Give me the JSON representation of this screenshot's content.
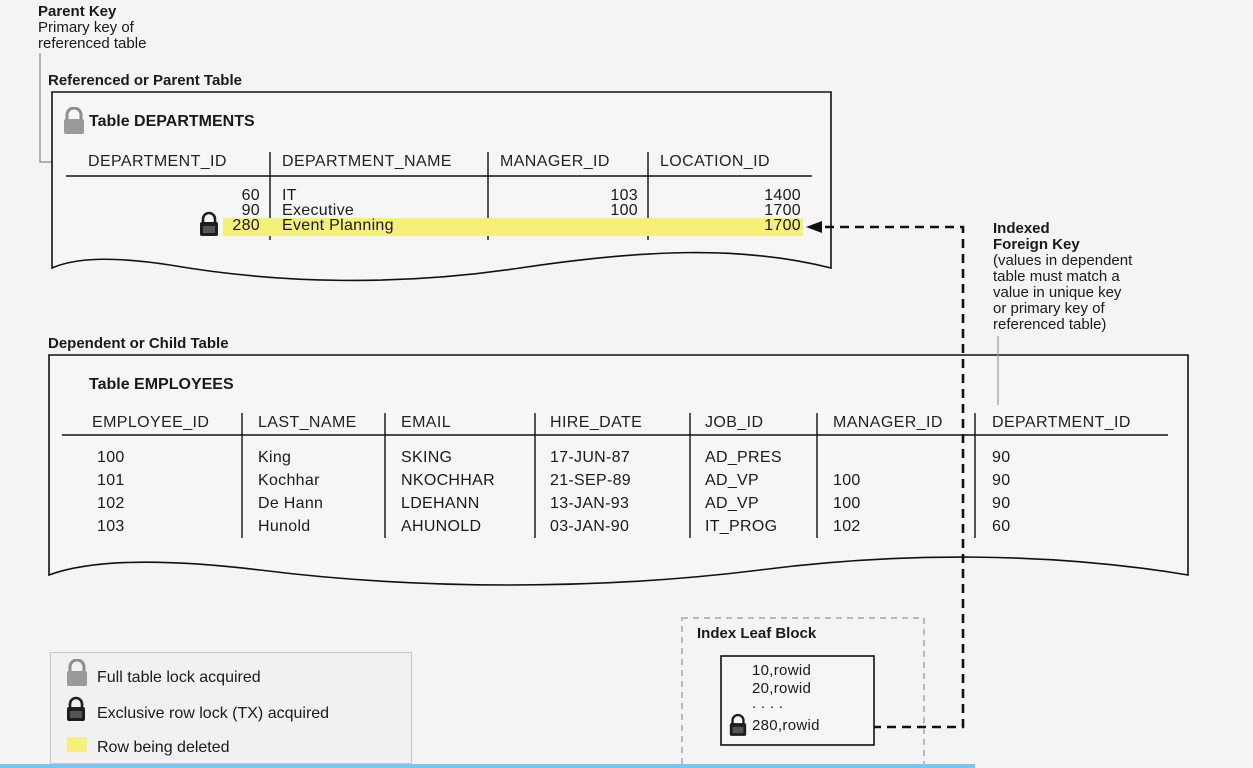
{
  "parent_key": {
    "title": "Parent Key",
    "desc_line1": "Primary key of",
    "desc_line2": "referenced table"
  },
  "parent_table": {
    "caption": "Referenced or Parent Table",
    "name": "Table DEPARTMENTS",
    "columns": [
      "DEPARTMENT_ID",
      "DEPARTMENT_NAME",
      "MANAGER_ID",
      "LOCATION_ID"
    ],
    "rows": [
      {
        "department_id": "60",
        "department_name": "IT",
        "manager_id": "103",
        "location_id": "1400",
        "highlighted": false
      },
      {
        "department_id": "90",
        "department_name": "Executive",
        "manager_id": "100",
        "location_id": "1700",
        "highlighted": false
      },
      {
        "department_id": "280",
        "department_name": "Event Planning",
        "manager_id": "",
        "location_id": "1700",
        "highlighted": true
      }
    ]
  },
  "foreign_key": {
    "title_line1": "Indexed",
    "title_line2": "Foreign Key",
    "desc_lines": [
      "(values in dependent",
      "table must match a",
      "value in unique key",
      "or primary key of",
      "referenced table)"
    ]
  },
  "child_table": {
    "caption": "Dependent or Child Table",
    "name": "Table EMPLOYEES",
    "columns": [
      "EMPLOYEE_ID",
      "LAST_NAME",
      "EMAIL",
      "HIRE_DATE",
      "JOB_ID",
      "MANAGER_ID",
      "DEPARTMENT_ID"
    ],
    "rows": [
      [
        "100",
        "King",
        "SKING",
        "17-JUN-87",
        "AD_PRES",
        "",
        "90"
      ],
      [
        "101",
        "Kochhar",
        "NKOCHHAR",
        "21-SEP-89",
        "AD_VP",
        "100",
        "90"
      ],
      [
        "102",
        "De Hann",
        "LDEHANN",
        "13-JAN-93",
        "AD_VP",
        "100",
        "90"
      ],
      [
        "103",
        "Hunold",
        "AHUNOLD",
        "03-JAN-90",
        "IT_PROG",
        "102",
        "60"
      ]
    ]
  },
  "index_leaf": {
    "title": "Index Leaf Block",
    "entries": [
      "10,rowid",
      "20,rowid",
      ". . . .",
      "280,rowid"
    ]
  },
  "legend": {
    "full_lock": "Full table lock acquired",
    "row_lock": "Exclusive row lock (TX) acquired",
    "row_deleted": "Row being deleted"
  },
  "colors": {
    "highlight": "#f5f07a",
    "full_lock_icon": "#9a9a9a",
    "row_lock_icon": "#1e1e1e",
    "line": "#111111"
  }
}
